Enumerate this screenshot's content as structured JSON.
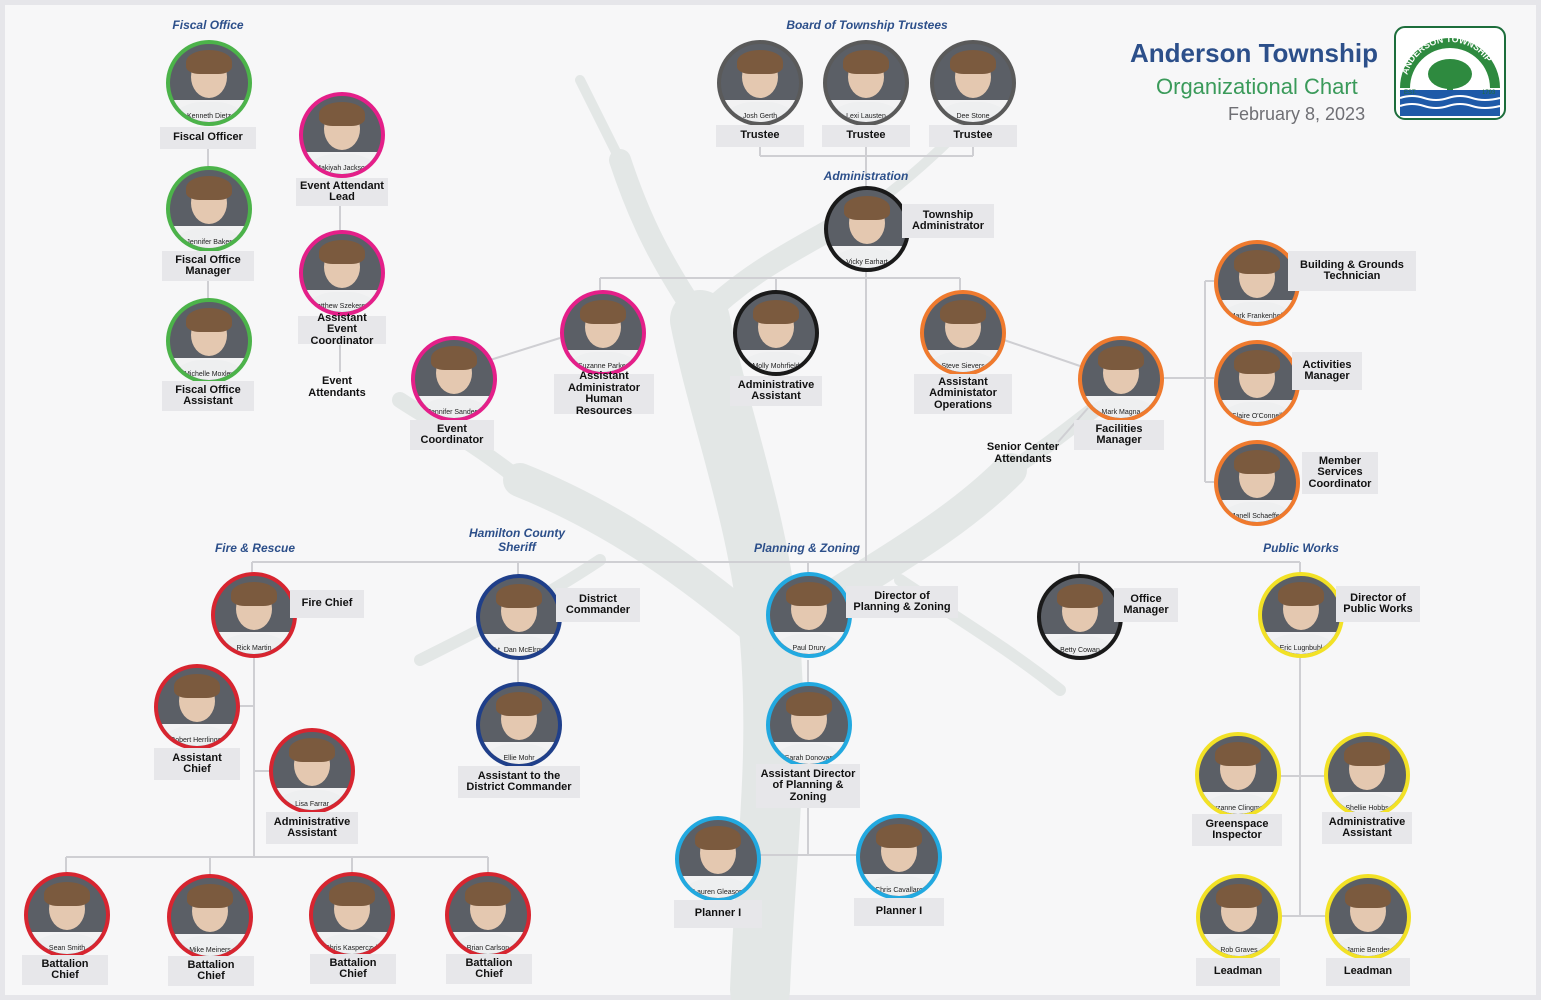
{
  "title": {
    "main": "Anderson Township",
    "sub": "Organizational Chart",
    "date": "February 8, 2023"
  },
  "logo": {
    "text": "ANDERSON TOWNSHIP",
    "est": "EST.",
    "year": "1793"
  },
  "colors": {
    "frame": "#e6e6ea",
    "dept": "#2c4f8a",
    "subtitle": "#3a9a5a",
    "green": "#4cb34a",
    "pink": "#e41f89",
    "gray": "#5a5a5a",
    "orange": "#ef7a2e",
    "red": "#d72530",
    "navy": "#1f3f8a",
    "blue": "#22a9e0",
    "yellow": "#f2e126",
    "label_bg": "#e7e7ea",
    "line": "#cfcfd3",
    "tree": "#e3e7e6"
  },
  "departments": {
    "fiscal": "Fiscal Office",
    "trustees": "Board of Township Trustees",
    "administration": "Administration",
    "fire": "Fire & Rescue",
    "sheriff": "Hamilton County\nSheriff",
    "planning": "Planning & Zoning",
    "public_works": "Public Works"
  },
  "people": {
    "dietz": {
      "name": "Kenneth Dietz",
      "title": "Fiscal Officer"
    },
    "baker": {
      "name": "Jennifer Baker",
      "title": "Fiscal Office\nManager"
    },
    "moxley": {
      "name": "Michelle Moxley",
      "title": "Fiscal Office\nAssistant"
    },
    "jackson": {
      "name": "Makiyah\nJackson",
      "title": "Event Attendant\nLead"
    },
    "szekeresh": {
      "name": "Matthew\nSzekeresh",
      "title": "Assistant Event\nCoordinator"
    },
    "sanders": {
      "name": "Jennifer Sanders",
      "title": "Event\nCoordinator"
    },
    "parker": {
      "name": "Suzanne Parker",
      "title": "Assistant\nAdministrator\nHuman Resources"
    },
    "gerth": {
      "name": "Josh Gerth",
      "title": "Trustee"
    },
    "lausten": {
      "name": "Lexi Lausten",
      "title": "Trustee"
    },
    "stone": {
      "name": "Dee Stone",
      "title": "Trustee"
    },
    "earhart": {
      "name": "Vicky Earhart",
      "title": "Township\nAdministrator"
    },
    "mohrfield": {
      "name": "Molly Mohrfield",
      "title": "Administrative\nAssistant"
    },
    "sievers": {
      "name": "Steve Sievers",
      "title": "Assistant\nAdministator\nOperations"
    },
    "magna": {
      "name": "Mark Magna",
      "title": "Facilities\nManager"
    },
    "frankenhoff": {
      "name": "Mark\nFrankenhoff",
      "title": "Building & Grounds\nTechnician"
    },
    "oconnell": {
      "name": "Claire O'Connell",
      "title": "Activities\nManager"
    },
    "schaeffer": {
      "name": "Janell\nSchaeffer",
      "title": "Member\nServices\nCoordinator"
    },
    "martin": {
      "name": "Rick Martin",
      "title": "Fire Chief"
    },
    "herrlinger": {
      "name": "Robert\nHerrlinger",
      "title": "Assistant\nChief"
    },
    "farrar": {
      "name": "Lisa Farrar",
      "title": "Administrative\nAssistant"
    },
    "smith": {
      "name": "Sean Smith",
      "title": "Battalion\nChief"
    },
    "meiners": {
      "name": "Mike Meiners",
      "title": "Battalion\nChief"
    },
    "kasperczyk": {
      "name": "Chris\nKasperczyk",
      "title": "Battalion\nChief"
    },
    "carlson": {
      "name": "Brian Carlson",
      "title": "Battalion\nChief"
    },
    "mcelroy": {
      "name": "Lt. Dan McElroy",
      "title": "District\nCommander"
    },
    "mohr": {
      "name": "Ellie Mohr",
      "title": "Assistant to the\nDistrict Commander"
    },
    "drury": {
      "name": "Paul Drury",
      "title": "Director of\nPlanning & Zoning"
    },
    "donovan": {
      "name": "Sarah Donovan",
      "title": "Assistant Director\nof Planning &\nZoning"
    },
    "gleason": {
      "name": "Lauren\nGleason",
      "title": "Planner I"
    },
    "cavallaro": {
      "name": "Chris\nCavallaro",
      "title": "Planner I"
    },
    "cowan": {
      "name": "Betty Cowan",
      "title": "Office\nManager"
    },
    "lugnbuhl": {
      "name": "Eric Lugnbuhl",
      "title": "Director of\nPublic Works"
    },
    "clingman": {
      "name": "Suzanne\nClingman",
      "title": "Greenspace\nInspector"
    },
    "hobbs": {
      "name": "Shellie Hobbs",
      "title": "Administrative\nAssistant"
    },
    "graves": {
      "name": "Rob Graves",
      "title": "Leadman"
    },
    "bender": {
      "name": "Jamie Bender",
      "title": "Leadman"
    }
  },
  "roles_unstaffed": {
    "event_attendants": "Event\nAttendants",
    "senior_center": "Senior Center\nAttendants"
  }
}
